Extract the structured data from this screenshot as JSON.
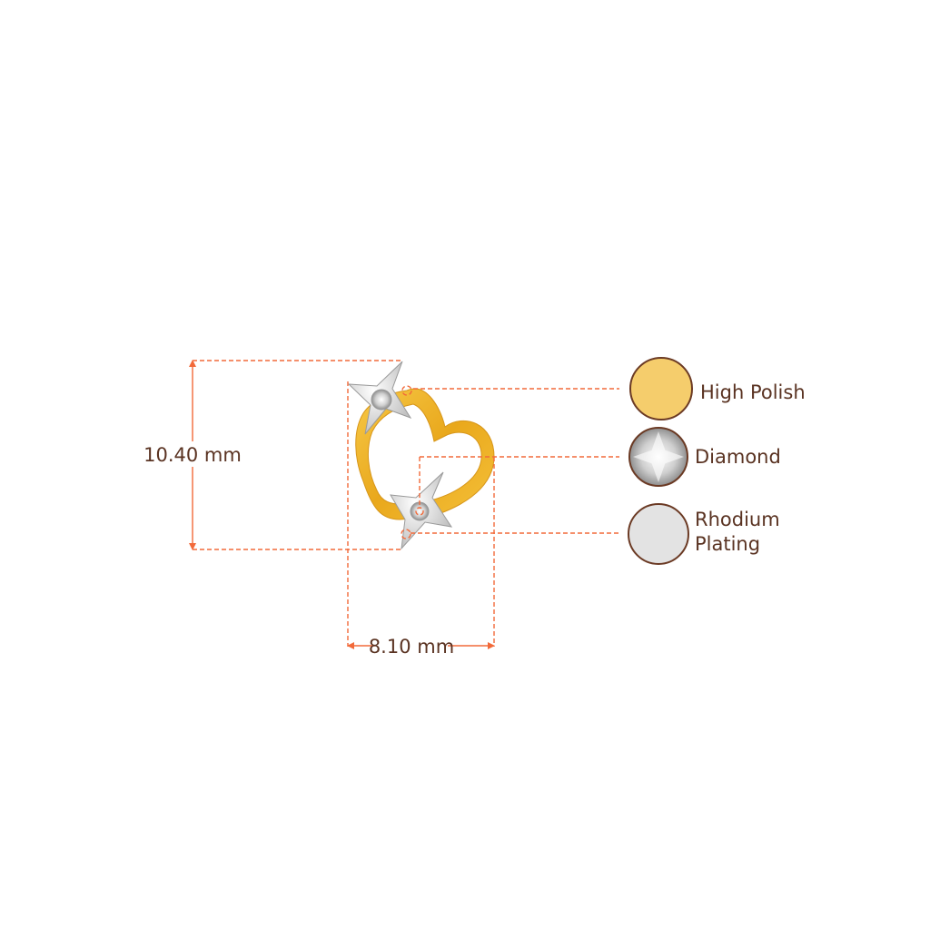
{
  "dimensions": {
    "height_label": "10.40 mm",
    "width_label": "8.10 mm"
  },
  "legend": [
    {
      "label": "High Polish",
      "swatch_color": "#f5cd6c"
    },
    {
      "label": "Diamond",
      "swatch_color": "#d8d8d8"
    },
    {
      "label_line1": "Rhodium",
      "label_line2": "Plating",
      "swatch_color": "#e3e3e3"
    }
  ],
  "colors": {
    "dimension_line": "#f26a3a",
    "text": "#5a3322",
    "gold": "#f0b429",
    "swatch_border": "#6b3a24"
  }
}
